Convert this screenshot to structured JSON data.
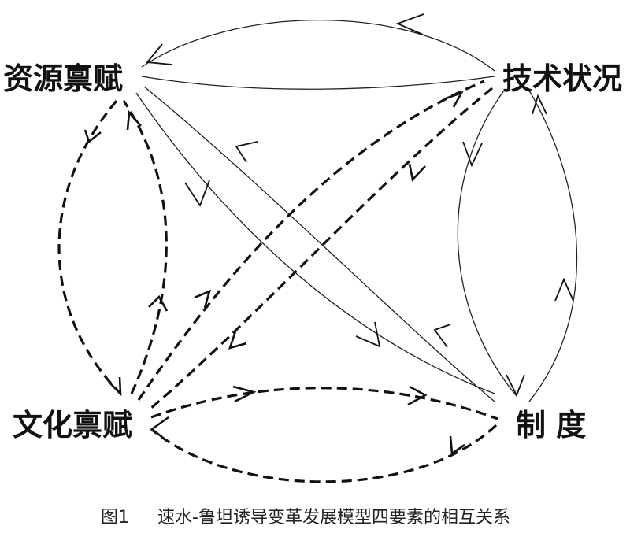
{
  "diagram": {
    "nodes": {
      "resource_endowment": "资源禀赋",
      "technology": "技术状况",
      "culture_endowment": "文化禀赋",
      "institution": "制 度"
    },
    "caption": {
      "number": "图1",
      "text": "速水-鲁坦诱导变革发展模型四要素的相互关系"
    },
    "edges": [
      {
        "from": "资源禀赋",
        "to": "技术状况",
        "style": "solid"
      },
      {
        "from": "技术状况",
        "to": "资源禀赋",
        "style": "solid"
      },
      {
        "from": "资源禀赋",
        "to": "制 度",
        "style": "solid"
      },
      {
        "from": "制 度",
        "to": "资源禀赋",
        "style": "solid"
      },
      {
        "from": "技术状况",
        "to": "制 度",
        "style": "solid"
      },
      {
        "from": "制 度",
        "to": "技术状况",
        "style": "solid"
      },
      {
        "from": "资源禀赋",
        "to": "文化禀赋",
        "style": "dashed"
      },
      {
        "from": "文化禀赋",
        "to": "资源禀赋",
        "style": "dashed"
      },
      {
        "from": "文化禀赋",
        "to": "技术状况",
        "style": "dashed"
      },
      {
        "from": "技术状况",
        "to": "文化禀赋",
        "style": "dashed"
      },
      {
        "from": "文化禀赋",
        "to": "制 度",
        "style": "dashed"
      },
      {
        "from": "制 度",
        "to": "文化禀赋",
        "style": "dashed"
      }
    ]
  }
}
